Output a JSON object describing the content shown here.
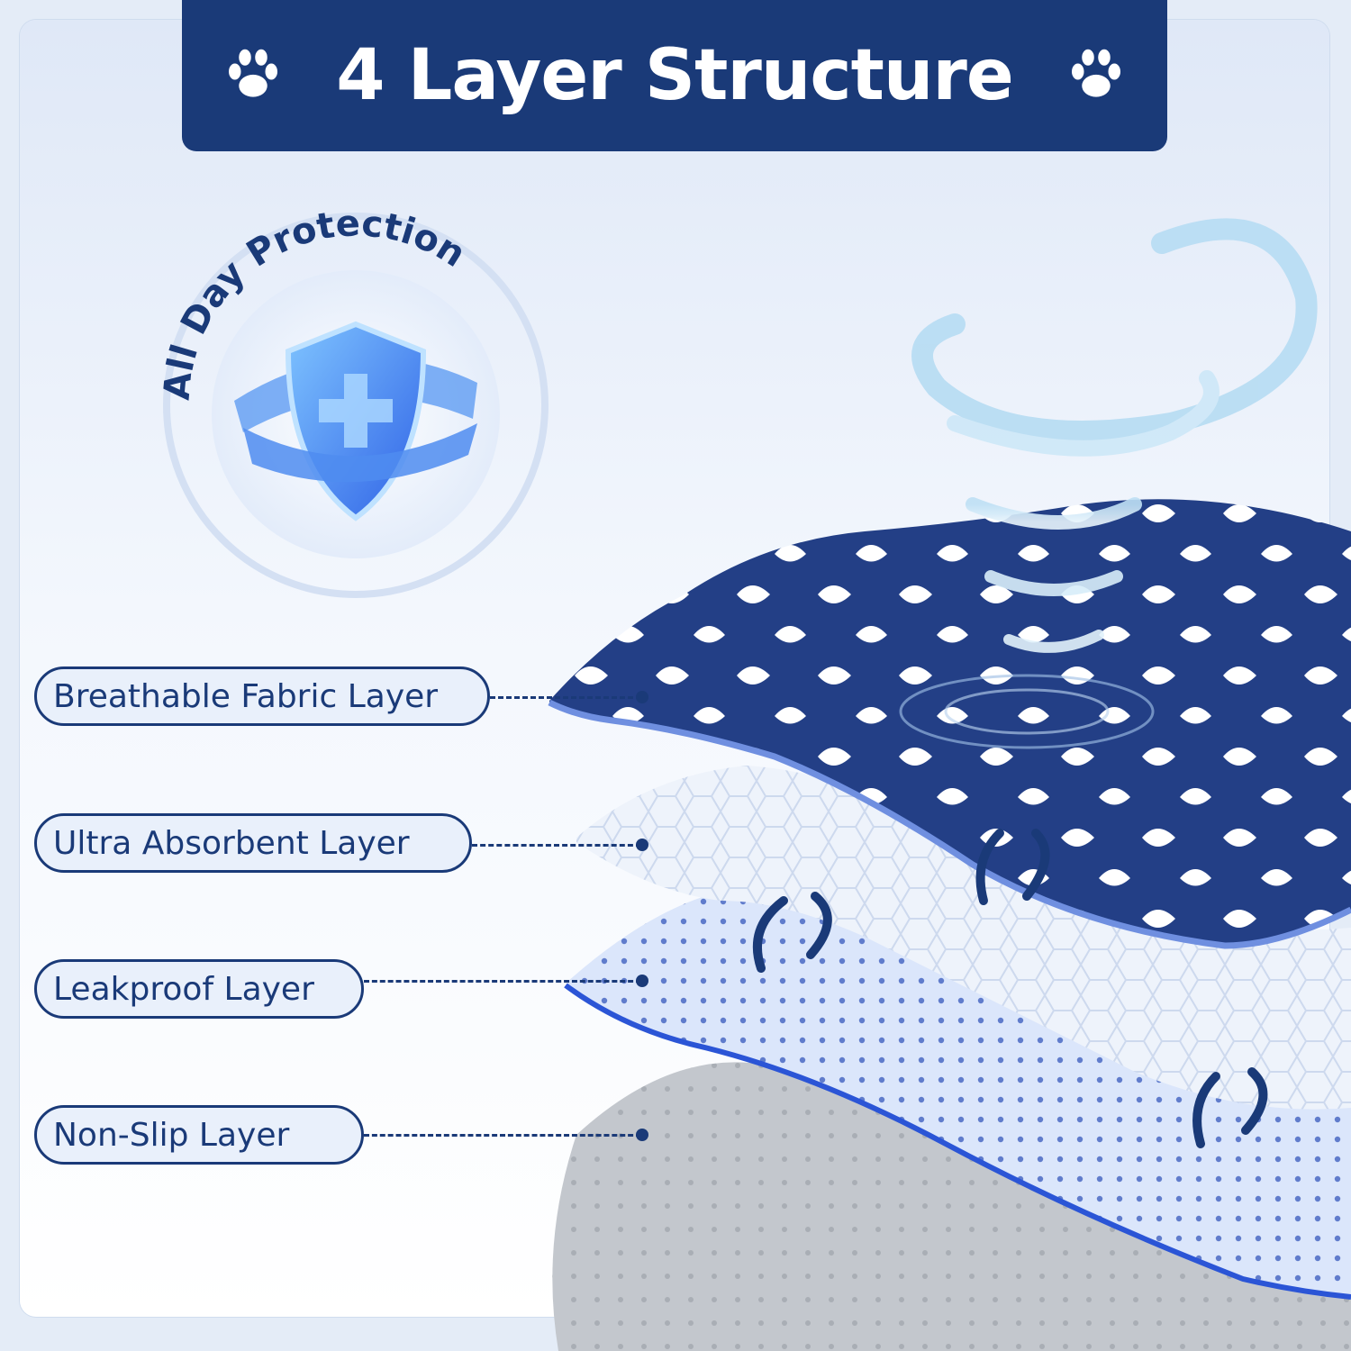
{
  "header": {
    "title": "4 Layer Structure",
    "icon_left": "paw-print-icon",
    "icon_right": "paw-print-icon"
  },
  "badge": {
    "text": "All Day Protection",
    "icon": "shield-icon"
  },
  "layers": [
    {
      "label": "Breathable Fabric Layer"
    },
    {
      "label": "Ultra Absorbent Layer"
    },
    {
      "label": "Leakproof Layer"
    },
    {
      "label": "Non-Slip Layer"
    }
  ],
  "colors": {
    "navy": "#1a3a78",
    "light_blue": "#e9f0fb",
    "accent_blue": "#2f5fd0",
    "grey_layer": "#c9cdd3"
  }
}
